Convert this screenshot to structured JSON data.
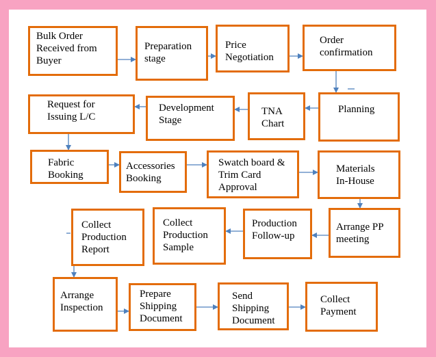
{
  "diagram": {
    "colors": {
      "background": "#f8a3c2",
      "box_border": "#e36c0a",
      "arrow": "#4f81bd"
    },
    "steps": [
      {
        "id": "s1",
        "label": "Bulk Order\nReceived from\nBuyer"
      },
      {
        "id": "s2",
        "label": "Preparation\nstage"
      },
      {
        "id": "s3",
        "label": "Price\nNegotiation"
      },
      {
        "id": "s4",
        "label": "Order\nconfirmation"
      },
      {
        "id": "s5",
        "label": "Planning"
      },
      {
        "id": "s6",
        "label": "TNA\nChart"
      },
      {
        "id": "s7",
        "label": "Development\nStage"
      },
      {
        "id": "s8",
        "label": "Request for\nIssuing L/C"
      },
      {
        "id": "s9",
        "label": "Fabric\nBooking"
      },
      {
        "id": "s10",
        "label": "Accessories\nBooking"
      },
      {
        "id": "s11",
        "label": "Swatch board &\nTrim Card\nApproval"
      },
      {
        "id": "s12",
        "label": "Materials\nIn-House"
      },
      {
        "id": "s13",
        "label": "Arrange PP\nmeeting"
      },
      {
        "id": "s14",
        "label": "Production\nFollow-up"
      },
      {
        "id": "s15",
        "label": "Collect\nProduction\nSample"
      },
      {
        "id": "s16",
        "label": "Collect\nProduction\nReport"
      },
      {
        "id": "s17",
        "label": "Arrange\nInspection"
      },
      {
        "id": "s18",
        "label": "Prepare\nShipping\nDocument"
      },
      {
        "id": "s19",
        "label": "Send\nShipping\nDocument"
      },
      {
        "id": "s20",
        "label": "Collect\nPayment"
      }
    ]
  }
}
